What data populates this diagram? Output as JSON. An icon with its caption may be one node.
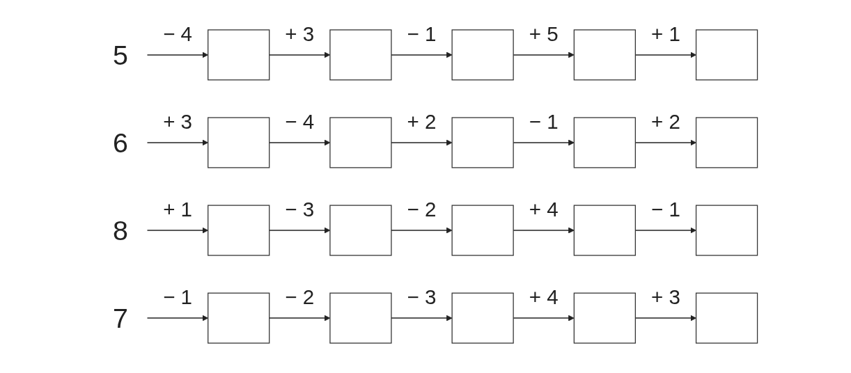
{
  "diagram": {
    "nodes": [
      {
        "text": [
          "5"
        ]
      },
      {
        "text": [],
        "shape": "box"
      },
      {
        "text": [],
        "shape": "box"
      },
      {
        "text": [],
        "shape": "box"
      },
      {
        "text": [],
        "shape": "box"
      },
      {
        "text": [],
        "shape": "box"
      },
      {
        "text": [
          "6"
        ]
      },
      {
        "text": [],
        "shape": "box"
      },
      {
        "text": [],
        "shape": "box"
      },
      {
        "text": [],
        "shape": "box"
      },
      {
        "text": [],
        "shape": "box"
      },
      {
        "text": [],
        "shape": "box"
      },
      {
        "text": [
          "8"
        ]
      },
      {
        "text": [],
        "shape": "box"
      },
      {
        "text": [],
        "shape": "box"
      },
      {
        "text": [],
        "shape": "box"
      },
      {
        "text": [],
        "shape": "box"
      },
      {
        "text": [],
        "shape": "box"
      },
      {
        "text": [
          "7"
        ]
      },
      {
        "text": [],
        "shape": "box"
      },
      {
        "text": [],
        "shape": "box"
      },
      {
        "text": [],
        "shape": "box"
      },
      {
        "text": [],
        "shape": "box"
      },
      {
        "text": [],
        "shape": "box"
      }
    ],
    "edges": [
      {
        "from": 0,
        "to": 1,
        "arrow": "to",
        "label": "− 4"
      },
      {
        "from": 1,
        "to": 2,
        "arrow": "to",
        "label": "+ 3"
      },
      {
        "from": 2,
        "to": 3,
        "arrow": "to",
        "label": "− 1"
      },
      {
        "from": 3,
        "to": 4,
        "arrow": "to",
        "label": "+ 5"
      },
      {
        "from": 4,
        "to": 5,
        "arrow": "to",
        "label": "+ 1"
      },
      {
        "from": 6,
        "to": 7,
        "arrow": "to",
        "label": "+ 3"
      },
      {
        "from": 7,
        "to": 8,
        "arrow": "to",
        "label": "− 4"
      },
      {
        "from": 8,
        "to": 9,
        "arrow": "to",
        "label": "+ 2"
      },
      {
        "from": 9,
        "to": 10,
        "arrow": "to",
        "label": "− 1"
      },
      {
        "from": 10,
        "to": 11,
        "arrow": "to",
        "label": "+ 2"
      },
      {
        "from": 12,
        "to": 13,
        "arrow": "to",
        "label": "+ 1"
      },
      {
        "from": 13,
        "to": 14,
        "arrow": "to",
        "label": "− 3"
      },
      {
        "from": 14,
        "to": 15,
        "arrow": "to",
        "label": "− 2"
      },
      {
        "from": 15,
        "to": 16,
        "arrow": "to",
        "label": "+ 4"
      },
      {
        "from": 16,
        "to": 17,
        "arrow": "to",
        "label": "− 1"
      },
      {
        "from": 18,
        "to": 19,
        "arrow": "to",
        "label": "− 1"
      },
      {
        "from": 19,
        "to": 20,
        "arrow": "to",
        "label": "− 2"
      },
      {
        "from": 20,
        "to": 21,
        "arrow": "to",
        "label": "− 3"
      },
      {
        "from": 21,
        "to": 22,
        "arrow": "to",
        "label": "+ 4"
      },
      {
        "from": 22,
        "to": 23,
        "arrow": "to",
        "label": "+ 3"
      }
    ]
  }
}
